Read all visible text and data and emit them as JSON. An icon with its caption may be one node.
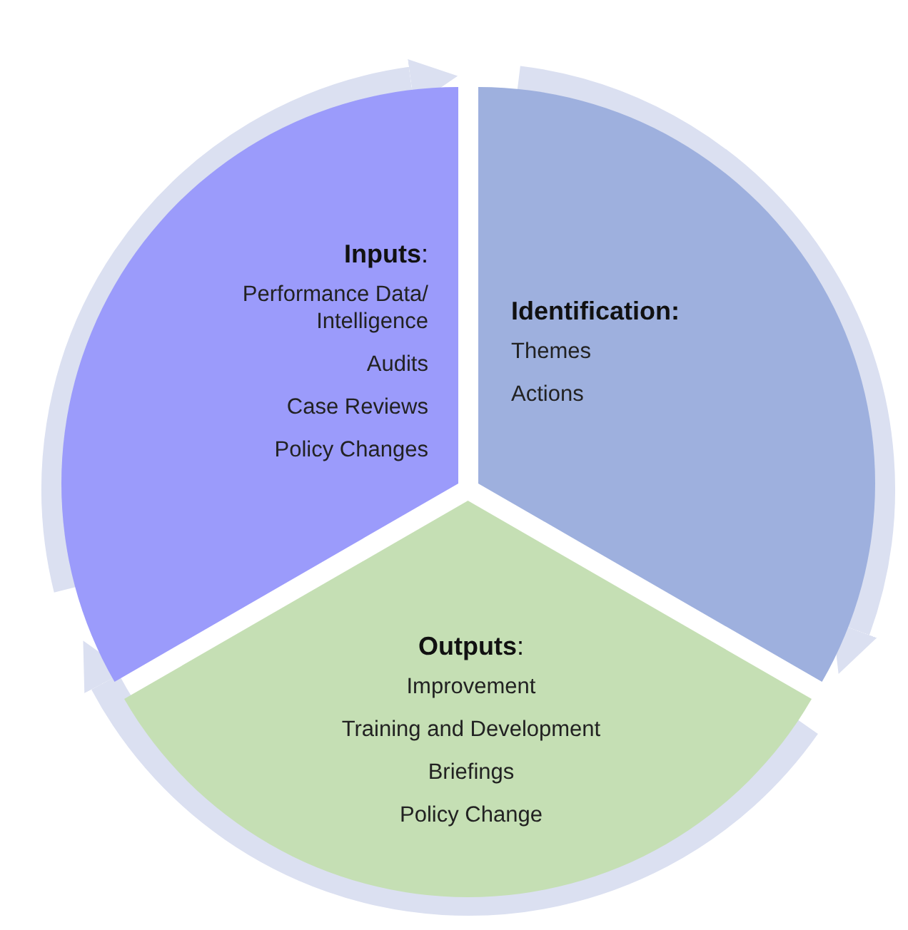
{
  "diagram": {
    "nodes": [
      {
        "text": [
          "**Inputs**:",
          "Performance Data/ Intelligence",
          "Audits",
          "Case Reviews",
          "Policy Changes"
        ]
      },
      {
        "text": [
          "Identification:",
          "Themes",
          "Actions"
        ]
      },
      {
        "text": [
          "**Outputs**:",
          "Improvement",
          "Training and Development",
          "Briefings",
          "Policy Change"
        ]
      }
    ],
    "edges": [
      {
        "from": 0,
        "to": 1,
        "arrow": "to"
      },
      {
        "from": 1,
        "to": 2,
        "arrow": "to"
      },
      {
        "from": 2,
        "to": 0,
        "arrow": "to"
      }
    ]
  }
}
